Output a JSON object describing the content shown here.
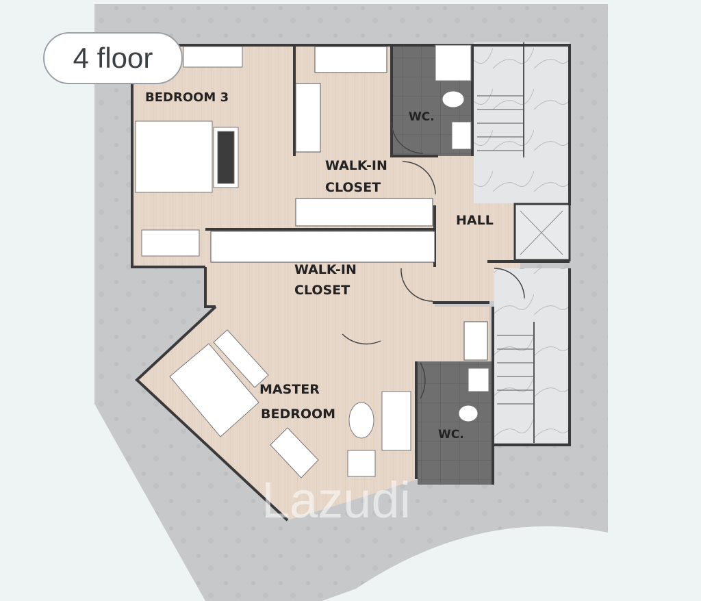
{
  "floor_label": "4 floor",
  "rooms": {
    "bedroom3": "BEDROOM 3",
    "wc_top": "WC.",
    "walkin_top_1": "WALK-IN",
    "walkin_top_2": "CLOSET",
    "hall": "HALL",
    "walkin_mid_1": "WALK-IN",
    "walkin_mid_2": "CLOSET",
    "master_1": "MASTER",
    "master_2": "BEDROOM",
    "wc_bottom": "WC."
  },
  "watermark": "Lazudi",
  "colors": {
    "background": "#eef3f3",
    "site": "#c6c8c9",
    "wood_floor": "#e6d6c8",
    "tile_dark": "#6f6f70",
    "marble": "#e4e6e7",
    "wall": "#3a3a3a"
  }
}
